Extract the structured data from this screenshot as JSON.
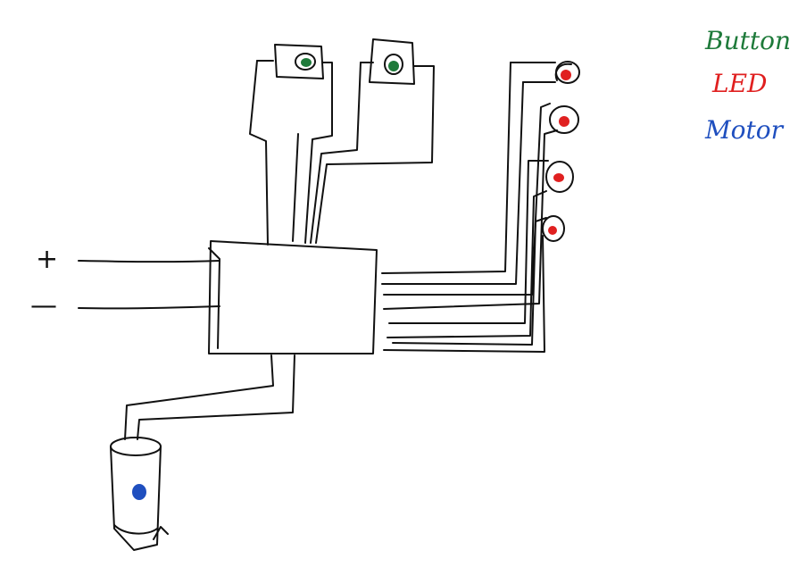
{
  "legend": {
    "button_label": "Button",
    "led_label": "LED",
    "motor_label": "Motor",
    "button_color": "#1e7a3a",
    "led_color": "#e02020",
    "motor_color": "#1f4fbf"
  },
  "terminals": {
    "plus_label": "+",
    "minus_label": "—"
  },
  "components": {
    "buttons_count": 2,
    "leds_count": 4,
    "motors_count": 1
  },
  "line_color": "#111111"
}
